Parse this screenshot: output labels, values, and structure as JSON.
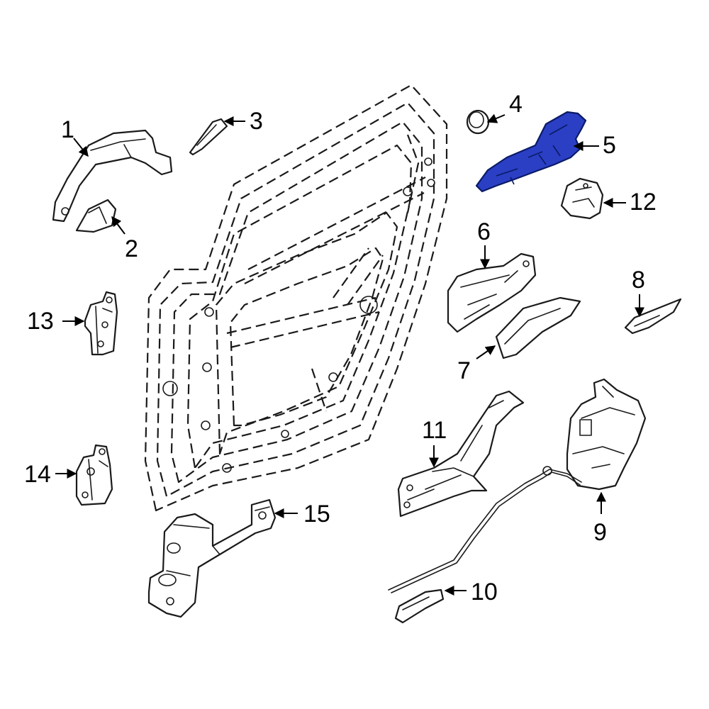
{
  "highlight_color": "#2a3fc4",
  "callouts": {
    "c1": "1",
    "c2": "2",
    "c3": "3",
    "c4": "4",
    "c5": "5",
    "c6": "6",
    "c7": "7",
    "c8": "8",
    "c9": "9",
    "c10": "10",
    "c11": "11",
    "c12": "12",
    "c13": "13",
    "c14": "14",
    "c15": "15"
  }
}
